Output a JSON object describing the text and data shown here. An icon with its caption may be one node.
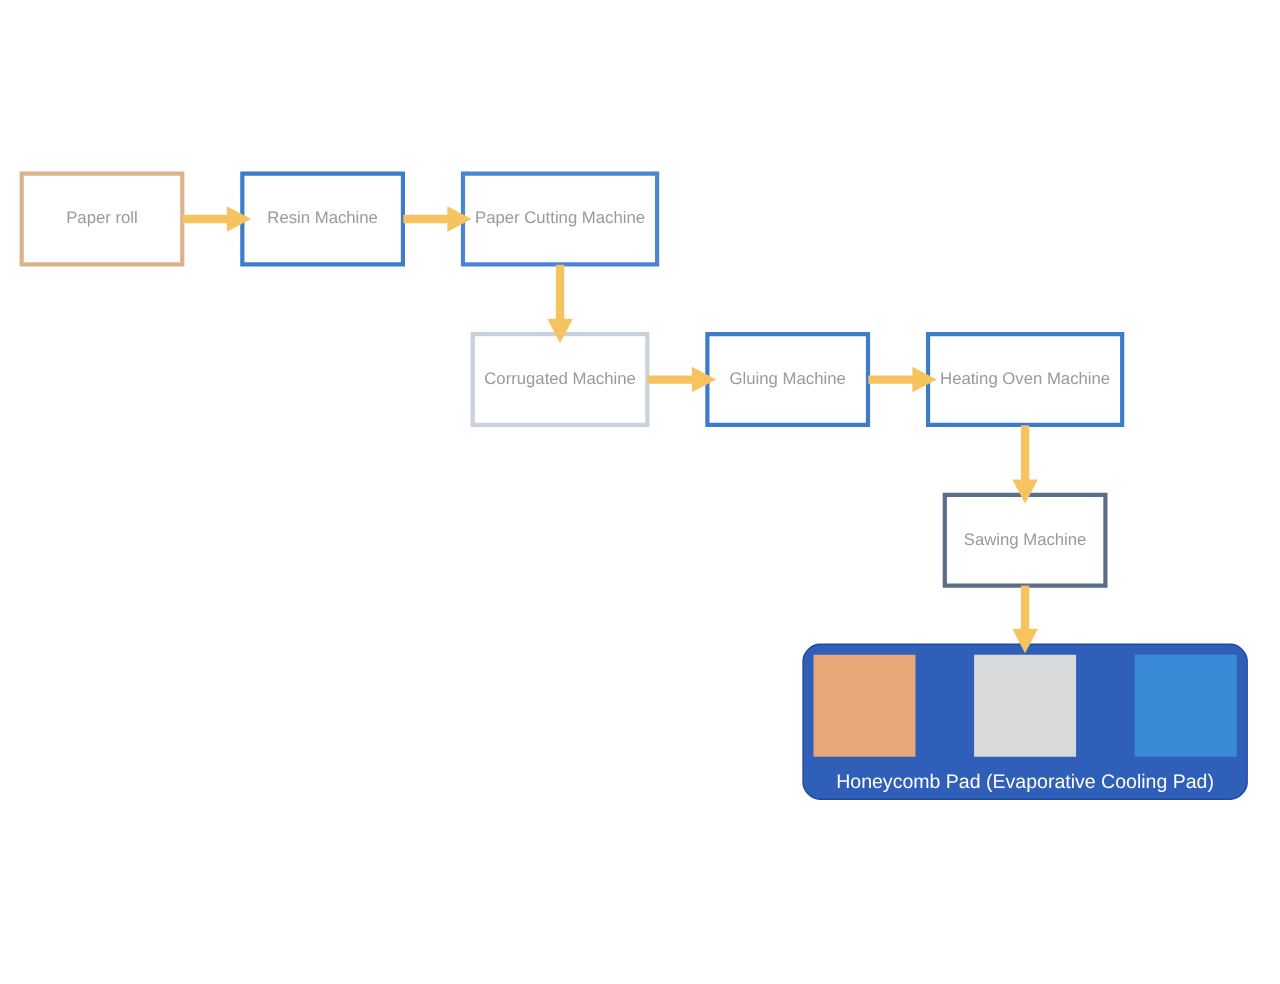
{
  "diagram": {
    "nodes": [
      {
        "text": [
          "Paper roll"
        ]
      },
      {
        "text": [
          "Resin Machine"
        ]
      },
      {
        "text": [
          "Paper Cutting Machine"
        ]
      },
      {
        "text": [
          "Corrugated Machine"
        ]
      },
      {
        "text": [
          "Gluing Machine"
        ]
      },
      {
        "text": [
          "Heating Oven Machine"
        ]
      },
      {
        "text": [
          "Sawing Machine"
        ]
      },
      {
        "text": [
          "Honeycomb Pad (Evaporative Cooling Pad)"
        ]
      },
      {
        "text": [],
        "shape": "box",
        "in": 7
      },
      {
        "text": [],
        "shape": "box",
        "in": 7
      },
      {
        "text": [],
        "shape": "box",
        "in": 7
      }
    ],
    "edges": [
      {
        "from": 0,
        "to": 1,
        "arrow": "to"
      },
      {
        "from": 1,
        "to": 2,
        "arrow": "to"
      },
      {
        "from": 2,
        "to": 3,
        "arrow": "to"
      },
      {
        "from": 3,
        "to": 4,
        "arrow": "to"
      },
      {
        "from": 4,
        "to": 5,
        "arrow": "to"
      },
      {
        "from": 5,
        "to": 6,
        "arrow": "to"
      },
      {
        "from": 6,
        "to": 7,
        "arrow": "to"
      }
    ]
  }
}
